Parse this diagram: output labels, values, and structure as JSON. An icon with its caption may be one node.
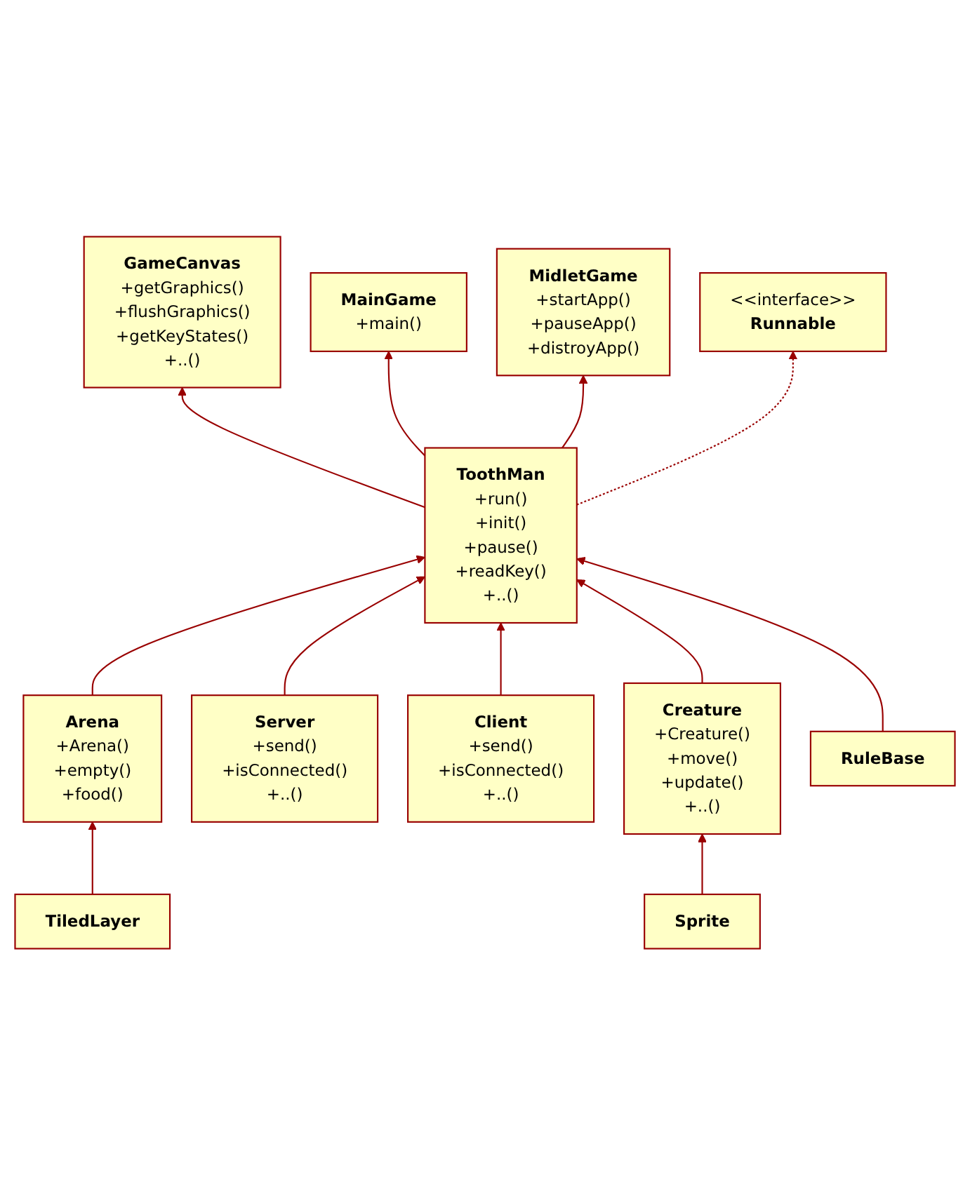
{
  "diagram": {
    "nodes": [
      {
        "text": [
          "GameCanvas",
          "+getGraphics()",
          "+flushGraphics()",
          "+getKeyStates()",
          "+..()"
        ]
      },
      {
        "text": [
          "MainGame",
          "+main()"
        ]
      },
      {
        "text": [
          "MidletGame",
          "+startApp()",
          "+pauseApp()",
          "+distroyApp()"
        ]
      },
      {
        "text": [
          "<<interface>>",
          "Runnable"
        ]
      },
      {
        "text": [
          "TiledLayer"
        ]
      },
      {
        "text": [
          "Arena",
          "+Arena()",
          "+empty()",
          "+food()"
        ]
      },
      {
        "text": [
          "ToothMan",
          "+run()",
          "+init()",
          "+pause()",
          "+readKey()",
          "+..()"
        ]
      },
      {
        "text": [
          "Server",
          "+send()",
          "+isConnected()",
          "+..()"
        ]
      },
      {
        "text": [
          "Sprite"
        ]
      },
      {
        "text": [
          "Client",
          "+send()",
          "+isConnected()",
          "+..()"
        ]
      },
      {
        "text": [
          "Creature",
          "+Creature()",
          "+move()",
          "+update()",
          "+..()"
        ]
      },
      {
        "text": [
          "RuleBase"
        ]
      }
    ],
    "edges": [
      {
        "from": 6,
        "to": 0,
        "arrow": "to"
      },
      {
        "from": 6,
        "to": 1,
        "arrow": "to"
      },
      {
        "from": 6,
        "to": 2,
        "arrow": "to"
      },
      {
        "from": 6,
        "to": 3,
        "arrow": "to",
        "style": "dashed"
      },
      {
        "from": 4,
        "to": 5,
        "arrow": "to"
      },
      {
        "from": 5,
        "to": 6,
        "arrow": "to"
      },
      {
        "from": 7,
        "to": 6,
        "arrow": "to"
      },
      {
        "from": 9,
        "to": 6,
        "arrow": "to"
      },
      {
        "from": 10,
        "to": 6,
        "arrow": "to"
      },
      {
        "from": 11,
        "to": 6,
        "arrow": "to"
      },
      {
        "from": 8,
        "to": 10,
        "arrow": "to"
      }
    ]
  }
}
